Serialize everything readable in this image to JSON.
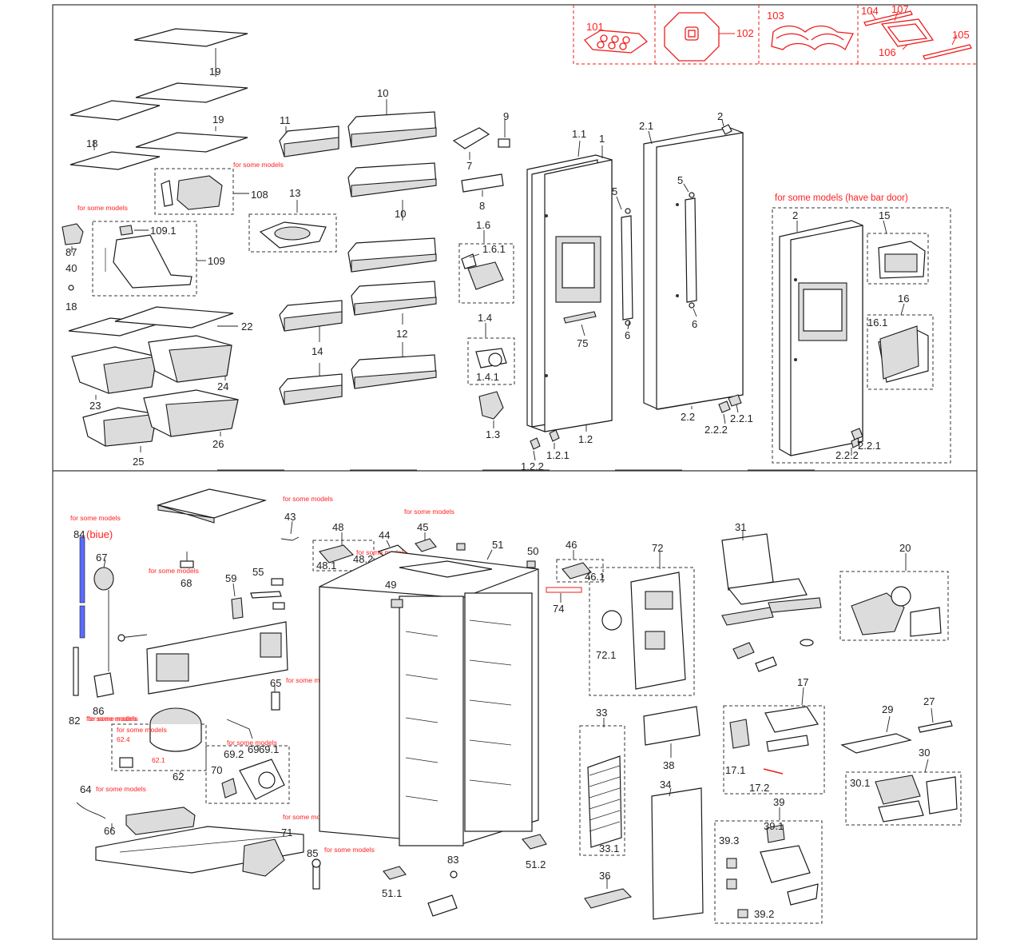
{
  "notes": {
    "for_some_models": "for some models",
    "bar_door": "for some models (have bar door)"
  },
  "labels": {
    "p1": "1",
    "p1_1": "1.1",
    "p1_2": "1.2",
    "p1_2_1": "1.2.1",
    "p1_2_2": "1.2.2",
    "p1_3": "1.3",
    "p1_4": "1.4",
    "p1_4_1": "1.4.1",
    "p1_6": "1.6",
    "p1_6_1": "1.6.1",
    "p2": "2",
    "p2_1": "2.1",
    "p2_2": "2.2",
    "p2_2_1": "2.2.1",
    "p2_2_2": "2.2.2",
    "p5": "5",
    "p6": "6",
    "p7": "7",
    "p8": "8",
    "p9": "9",
    "p10": "10",
    "p11": "11",
    "p12": "12",
    "p13": "13",
    "p14": "14",
    "p15": "15",
    "p16": "16",
    "p16_1": "16.1",
    "p17": "17",
    "p17_1": "17.1",
    "p17_2": "17.2",
    "p18": "18",
    "p19": "19",
    "p20": "20",
    "p22": "22",
    "p23": "23",
    "p24": "24",
    "p25": "25",
    "p26": "26",
    "p27": "27",
    "p29": "29",
    "p30": "30",
    "p30_1": "30.1",
    "p31": "31",
    "p33": "33",
    "p33_1": "33.1",
    "p34": "34",
    "p36": "36",
    "p38": "38",
    "p39": "39",
    "p39_1": "39.1",
    "p39_2": "39.2",
    "p39_3": "39.3",
    "p40": "40",
    "p43": "43",
    "p44": "44",
    "p45": "45",
    "p46": "46",
    "p46_1": "46.1",
    "p48": "48",
    "p48_1": "48.1",
    "p48_2": "48.2",
    "p49": "49",
    "p50": "50",
    "p51": "51",
    "p51_1": "51.1",
    "p51_2": "51.2",
    "p55": "55",
    "p59": "59",
    "p62": "62",
    "p62_1": "62.1",
    "p62_4": "62.4",
    "p64": "64",
    "p65": "65",
    "p66": "66",
    "p67": "67",
    "p68": "68",
    "p69": "69",
    "p69_1": "69.1",
    "p69_2": "69.2",
    "p70": "70",
    "p71": "71",
    "p72": "72",
    "p72_1": "72.1",
    "p74": "74",
    "p75": "75",
    "p82": "82",
    "p83": "83",
    "p84": "84",
    "p84_note": "(biue)",
    "p85": "85",
    "p86": "86",
    "p87": "87",
    "p101": "101",
    "p102": "102",
    "p103": "103",
    "p104": "104",
    "p105": "105",
    "p106": "106",
    "p107": "107",
    "p108": "108",
    "p109": "109",
    "p109_1": "109.1"
  }
}
